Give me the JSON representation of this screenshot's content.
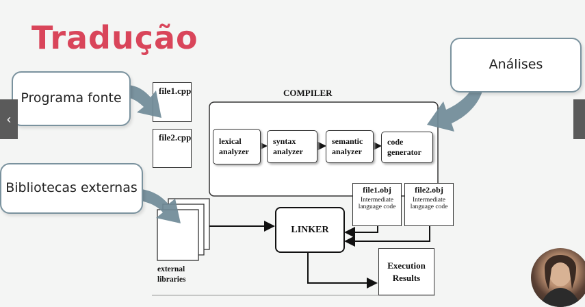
{
  "slide": {
    "title": "Tradução",
    "callouts": {
      "program_source": "Programa fonte",
      "analyses": "Análises",
      "external_libraries": "Bibliotecas externas"
    }
  },
  "diagram": {
    "compiler_label": "COMPILER",
    "source_files": [
      "file1.cpp",
      "file2.cpp"
    ],
    "stages": [
      "lexical analyzer",
      "syntax analyzer",
      "semantic analyzer",
      "code generator"
    ],
    "objects": [
      {
        "name": "file1.obj",
        "desc": "Intermediate language code"
      },
      {
        "name": "file2.obj",
        "desc": "Intermediate language code"
      }
    ],
    "linker": "LINKER",
    "external_libraries": "external libraries",
    "results": "Execution Results"
  },
  "navigation": {
    "prev": "‹",
    "next": ""
  },
  "webcam": {
    "icon": "presenter-video"
  }
}
